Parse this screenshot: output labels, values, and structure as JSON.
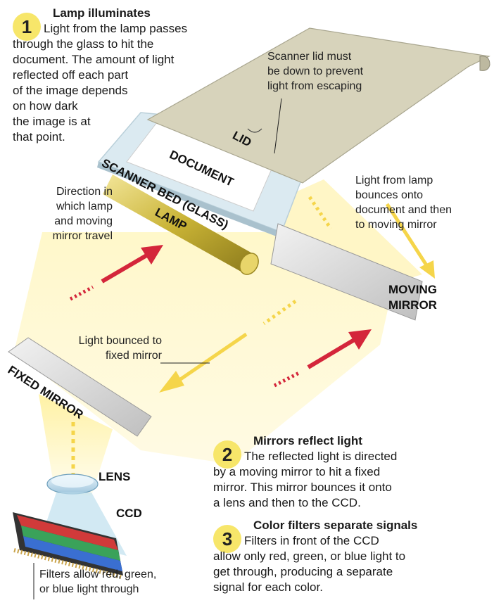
{
  "step1": {
    "number": "1",
    "title": "Lamp illuminates",
    "lines": [
      "Light from the lamp passes",
      "through the glass to hit the",
      "document. The amount of light",
      "reflected off each part",
      "of the image depends",
      "on how dark",
      "the image is at",
      "that point."
    ]
  },
  "step2": {
    "number": "2",
    "title": "Mirrors reflect light",
    "lines": [
      "The reflected light is directed",
      "by a moving mirror to hit a fixed",
      "mirror. This mirror bounces it onto",
      "a lens and then to the CCD."
    ]
  },
  "step3": {
    "number": "3",
    "title": "Color filters separate signals",
    "lines": [
      "Filters in front of the CCD",
      "allow only red, green, or blue light to",
      "get through, producing a separate",
      "signal for each color."
    ]
  },
  "callouts": {
    "lid_note": [
      "Scanner lid must",
      "be down to prevent",
      "light from escaping"
    ],
    "bounce_note": [
      "Light from lamp",
      "bounces onto",
      "document and then",
      "to moving mirror"
    ],
    "direction_note": [
      "Direction in",
      "which lamp",
      "and moving",
      "mirror travel"
    ],
    "fixed_note": [
      "Light bounced to",
      "fixed mirror"
    ],
    "filters_note": [
      "Filters allow red, green,",
      "or blue light through"
    ]
  },
  "parts": {
    "lid": "LID",
    "document": "DOCUMENT",
    "scanner_bed": "SCANNER BED (GLASS)",
    "lamp": "LAMP",
    "moving_mirror": [
      "MOVING",
      "MIRROR"
    ],
    "fixed_mirror": "FIXED MIRROR",
    "lens": "LENS",
    "ccd": "CCD"
  },
  "colors": {
    "badge": "#f7e66a",
    "lid": "#d9d5bd",
    "glass": "#d6e7ef",
    "light": "#fff3a8",
    "arrow_red": "#d4263b",
    "arrow_yellow": "#f5d54a",
    "lamp": "#c9b335"
  }
}
